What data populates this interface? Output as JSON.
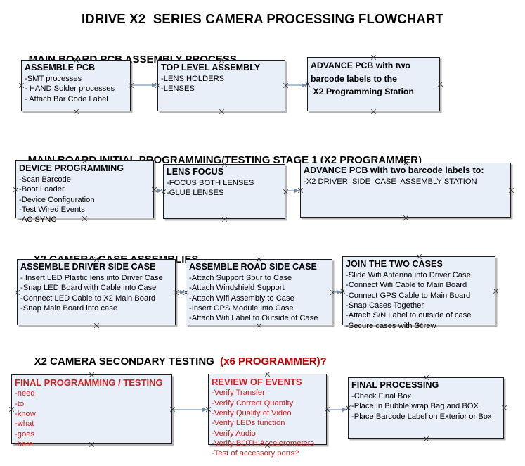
{
  "page": {
    "title": "IDRIVE X2  SERIES CAMERA PROCESSING FLOWCHART",
    "background": "#ffffff",
    "node_fill": "#e9eff8",
    "node_border": "#1b1b1b",
    "accent_red": "#cf2222",
    "connector_color": "#7d98b8"
  },
  "sections": [
    {
      "id": "s1",
      "heading": "MAIN BOARD PCB ASSEMBLY PROCESS",
      "heading_accent": ""
    },
    {
      "id": "s2",
      "heading": "MAIN BOARD INITIAL PROGRAMMING/TESTING STAGE 1 (X2 PROGRAMMER)",
      "heading_accent": ""
    },
    {
      "id": "s3",
      "heading": "X2 CAMERA CASE ASSEMBLIES",
      "heading_accent": ""
    },
    {
      "id": "s4",
      "heading": "X2 CAMERA SECONDARY TESTING  ",
      "heading_accent": "(x6 PROGRAMMER)?"
    }
  ],
  "nodes": [
    {
      "id": "assemble-pcb",
      "title": "ASSEMBLE PCB",
      "lines": [
        "-SMT processes",
        "- HAND Solder processes",
        "- Attach Bar Code Label"
      ]
    },
    {
      "id": "top-level-assembly",
      "title": "TOP LEVEL ASSEMBLY",
      "lines": [
        "-LENS HOLDERS",
        "-LENSES"
      ]
    },
    {
      "id": "advance-pcb-x2-station",
      "title": "ADVANCE PCB with two",
      "lines": [
        "barcode labels to the",
        " X2 Programming Station"
      ]
    },
    {
      "id": "device-programming",
      "title": "DEVICE PROGRAMMING",
      "lines": [
        "-Scan Barcode",
        "-Boot Loader",
        "-Device Configuration",
        "-Test Wired Events",
        "-AC SYNC"
      ]
    },
    {
      "id": "lens-focus",
      "title": "LENS FOCUS",
      "lines": [
        "-FOCUS BOTH LENSES",
        "-GLUE LENSES"
      ]
    },
    {
      "id": "advance-pcb-driver-case",
      "title": "ADVANCE PCB with two barcode labels to:",
      "lines": [
        "-X2 DRIVER  SIDE  CASE  ASSEMBLY STATION"
      ]
    },
    {
      "id": "assemble-driver-side-case",
      "title": "ASSEMBLE DRIVER SIDE CASE",
      "lines": [
        "- Insert LED Plastic lens into Driver Case",
        "-Snap LED Board with Cable into Case",
        "-Connect LED Cable to X2 Main Board",
        "-Snap Main Board into case"
      ]
    },
    {
      "id": "assemble-road-side-case",
      "title": "ASSEMBLE ROAD SIDE CASE",
      "lines": [
        "-Attach Support Spur to Case",
        "-Attach Windshield Support",
        "-Attach Wifi Assembly to Case",
        "-Insert GPS Module into Case",
        "-Attach Wifi Label to Outside of Case"
      ]
    },
    {
      "id": "join-the-two-cases",
      "title": "JOIN THE TWO CASES",
      "lines": [
        "-Slide Wifi Antenna into Driver Case",
        "-Connect Wifi Cable to Main Board",
        "-Connect GPS Cable to Main Board",
        "-Snap Cases Together",
        "-Attach S/N Label to outside of case",
        "-Secure cases with Screw"
      ]
    },
    {
      "id": "final-programming-testing",
      "title": "FINAL PROGRAMMING / TESTING",
      "lines": [
        "-need",
        "-to",
        "-know",
        "-what",
        "-goes",
        "-here"
      ]
    },
    {
      "id": "review-of-events",
      "title": "REVIEW OF EVENTS",
      "lines": [
        "-Verify Transfer",
        "-Verify Correct Quantity",
        "-Verify Quality of Video",
        "-Verify LEDs function",
        "-Verify Audio",
        "-Verify BOTH Accelerometers",
        "-Test of accessory ports?"
      ]
    },
    {
      "id": "final-processing",
      "title": "FINAL PROCESSING",
      "lines": [
        "-Check Final Box",
        "-Place In Bubble wrap Bag and BOX",
        "-Place Barcode Label on Exterior or Box"
      ]
    }
  ],
  "connectors": [
    {
      "id": "c1",
      "from": "assemble-pcb",
      "to": "top-level-assembly"
    },
    {
      "id": "c2",
      "from": "top-level-assembly",
      "to": "advance-pcb-x2-station"
    },
    {
      "id": "c3",
      "from": "device-programming",
      "to": "lens-focus"
    },
    {
      "id": "c4",
      "from": "lens-focus",
      "to": "advance-pcb-driver-case"
    },
    {
      "id": "c5",
      "from": "assemble-driver-side-case",
      "to": "assemble-road-side-case"
    },
    {
      "id": "c6",
      "from": "assemble-road-side-case",
      "to": "join-the-two-cases"
    },
    {
      "id": "c7",
      "from": "final-programming-testing",
      "to": "review-of-events"
    },
    {
      "id": "c8",
      "from": "review-of-events",
      "to": "final-processing"
    }
  ]
}
